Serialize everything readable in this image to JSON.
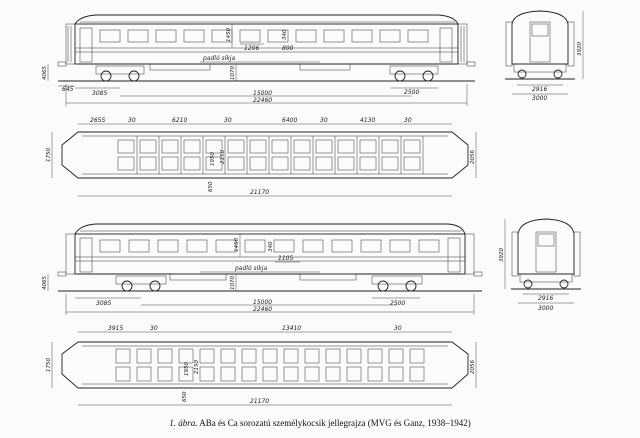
{
  "caption": {
    "figure_label": "1. ábra.",
    "text": "ABa és Ca sorozatú személykocsik jellegrajza (MVG és Ganz, 1938–1942)"
  },
  "side1": {
    "label_padlo": "padló síkja",
    "d_1450": "1450",
    "d_1206": "1206",
    "d_800": "800",
    "d_340": "340",
    "d_4065": "4065",
    "d_1070": "1070",
    "d_645": "645",
    "d_3085": "3085",
    "d_2500": "2500",
    "d_15000": "15000",
    "d_22460": "22460"
  },
  "end1": {
    "d_3920": "3920",
    "d_2916": "2916",
    "d_3000": "3000"
  },
  "plan1": {
    "d_2655": "2655",
    "d_30a": "30",
    "d_6210": "6210",
    "d_30b": "30",
    "d_6400": "6400",
    "d_30c": "30",
    "d_4130": "4130",
    "d_30d": "30",
    "d_1750": "1750",
    "d_2056": "2056",
    "d_1950": "1950",
    "d_2150": "2150",
    "d_650": "650",
    "d_21170": "21170"
  },
  "side2": {
    "label_padlo": "padló síkja",
    "d_1450": "1450",
    "d_1105": "1105",
    "d_340": "340",
    "d_4065": "4065",
    "d_1070": "1070",
    "d_3085": "3085",
    "d_2500": "2500",
    "d_15000": "15000",
    "d_22460": "22460"
  },
  "end2": {
    "d_3920": "3920",
    "d_2916": "2916",
    "d_3000": "3000"
  },
  "plan2": {
    "d_3915": "3915",
    "d_30a": "30",
    "d_13410": "13410",
    "d_30b": "30",
    "d_1750": "1750",
    "d_2056": "2056",
    "d_1950": "1950",
    "d_2150": "2150",
    "d_650": "650",
    "d_21170": "21170"
  }
}
